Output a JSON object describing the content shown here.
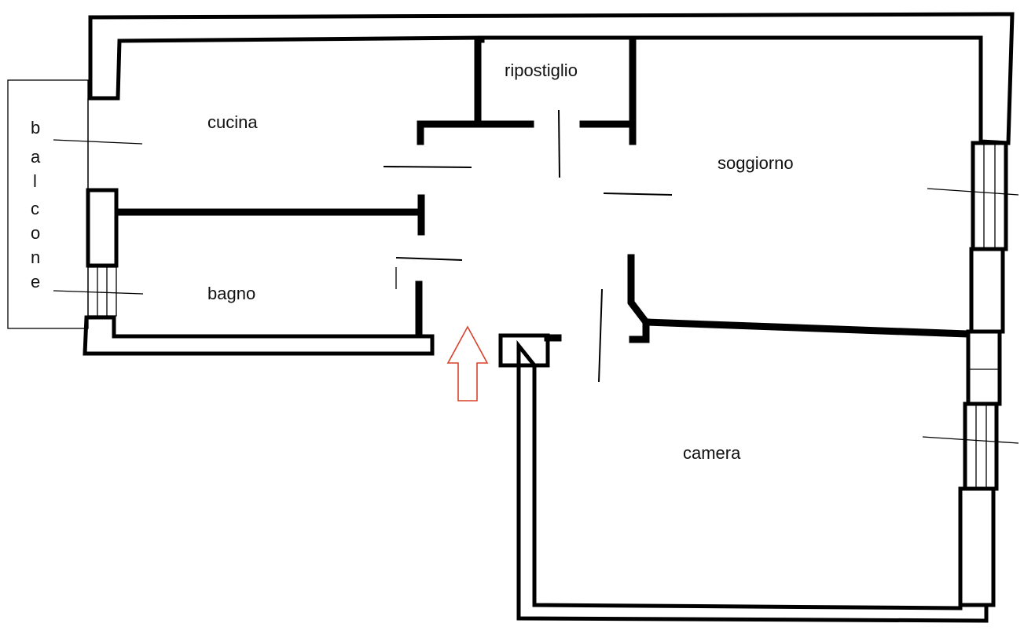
{
  "title": "Floor plan",
  "rooms": {
    "cucina": "cucina",
    "ripostiglio": "ripostiglio",
    "soggiorno": "soggiorno",
    "bagno": "bagno",
    "camera": "camera"
  },
  "balcone_letters": [
    "b",
    "a",
    "l",
    "c",
    "o",
    "n",
    "e"
  ],
  "entrance_arrow": {
    "color": "#d9422c",
    "direction": "up"
  }
}
